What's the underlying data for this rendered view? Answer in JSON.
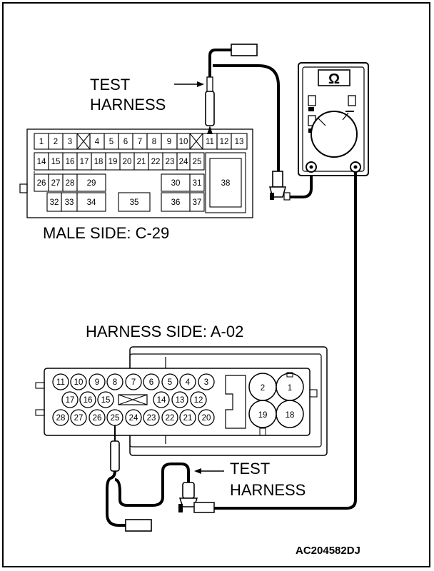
{
  "labels": {
    "test_harness_top_1": "TEST",
    "test_harness_top_2": "HARNESS",
    "male_side": "MALE SIDE: C-29",
    "harness_side": "HARNESS SIDE: A-02",
    "test_harness_bottom_1": "TEST",
    "test_harness_bottom_2": "HARNESS",
    "figure_code": "AC204582DJ",
    "meter_symbol": "Ω"
  },
  "male_connector": {
    "row1": [
      "1",
      "2",
      "3",
      "4",
      "5",
      "6",
      "7",
      "8",
      "9",
      "10",
      "11",
      "12",
      "13"
    ],
    "row2": [
      "14",
      "15",
      "16",
      "17",
      "18",
      "19",
      "20",
      "21",
      "22",
      "23",
      "24",
      "25"
    ],
    "row3": [
      "26",
      "27",
      "28",
      "29",
      "30",
      "31",
      "38"
    ],
    "row4": [
      "32",
      "33",
      "34",
      "35",
      "36",
      "37"
    ]
  },
  "female_connector": {
    "row1": [
      "11",
      "10",
      "9",
      "8",
      "7",
      "6",
      "5",
      "4",
      "3"
    ],
    "row2": [
      "17",
      "16",
      "15",
      "14",
      "13",
      "12"
    ],
    "row3": [
      "28",
      "27",
      "26",
      "25",
      "24",
      "23",
      "22",
      "21",
      "20"
    ],
    "large": [
      "2",
      "1",
      "19",
      "18"
    ]
  }
}
